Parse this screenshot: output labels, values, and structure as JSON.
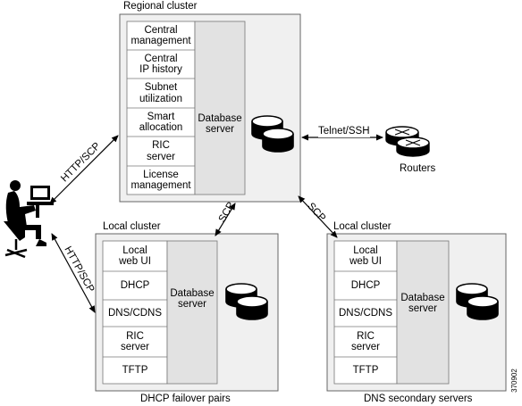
{
  "regional": {
    "title": "Regional cluster",
    "modules": [
      "Central\nmanagement",
      "Central\nIP history",
      "Subnet\nutilization",
      "Smart\nallocation",
      "RIC\nserver",
      "License\nmanagement"
    ],
    "db_label": "Database\nserver"
  },
  "local_left": {
    "title": "Local cluster",
    "modules": [
      "Local\nweb UI",
      "DHCP",
      "DNS/CDNS",
      "RIC\nserver",
      "TFTP"
    ],
    "db_label": "Database\nserver",
    "caption": "DHCP failover pairs"
  },
  "local_right": {
    "title": "Local cluster",
    "modules": [
      "Local\nweb UI",
      "DHCP",
      "DNS/CDNS",
      "RIC\nserver",
      "TFTP"
    ],
    "db_label": "Database\nserver",
    "caption": "DNS secondary servers"
  },
  "links": {
    "user_regional": "HTTP/SCP",
    "user_local": "HTTP/SCP",
    "regional_local_left": "SCP",
    "regional_local_right": "SCP",
    "regional_routers": "Telnet/SSH"
  },
  "routers_label": "Routers",
  "figure_id": "370902"
}
